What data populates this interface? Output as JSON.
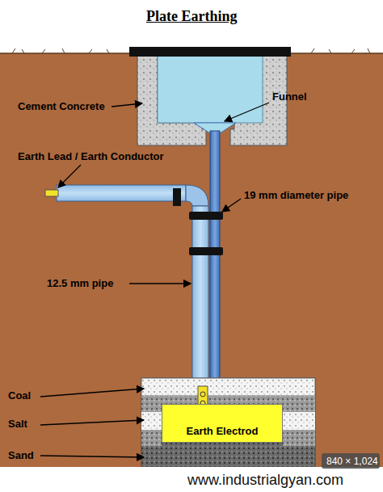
{
  "diagram": {
    "title": "Plate Earthing",
    "nodes": [
      {
        "text": [
          "Earth Electrod"
        ]
      }
    ],
    "labels": [
      "Cement Concrete",
      "Funnel",
      "Earth Lead / Earth Conductor",
      "19 mm diameter pipe",
      "12.5 mm pipe",
      "Coal",
      "Salt",
      "Sand",
      "840 × 1,024",
      "www.industrialgyan.com"
    ]
  }
}
